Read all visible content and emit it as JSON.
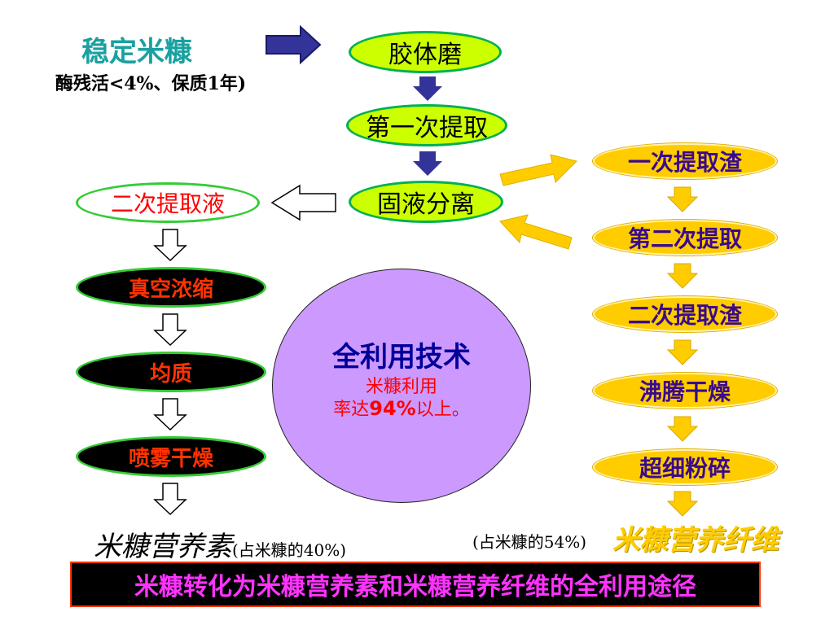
{
  "stable_bran": {
    "title": "稳定米糠",
    "note": "酶残活<4%、保质1年)"
  },
  "process_chain": [
    "胶体磨",
    "第一次提取",
    "固液分离"
  ],
  "left_chain": [
    "二次提取液",
    "真空浓缩",
    "均质",
    "喷雾干燥"
  ],
  "right_chain": [
    "一次提取渣",
    "第二次提取",
    "二次提取渣",
    "沸腾干燥",
    "超细粉碎"
  ],
  "center": {
    "title": "全利用技术",
    "line1": "米糠利用",
    "line2_prefix": "率达",
    "line2_value": "94%",
    "line2_suffix": "以上。"
  },
  "product_left": {
    "name": "米糠营养素",
    "share": "(占米糠的40%)"
  },
  "product_right": {
    "name": "米糠营养纤维",
    "share": "(占米糠的54%)"
  },
  "caption": "米糠转化为米糠营养素和米糠营养纤维的全利用途径",
  "colors": {
    "green_fill": "#ccff00",
    "yellow_fill": "#ffcc00",
    "center_fill": "#cc99ff",
    "caption_bg": "#000000",
    "caption_text": "#ff33ff"
  }
}
